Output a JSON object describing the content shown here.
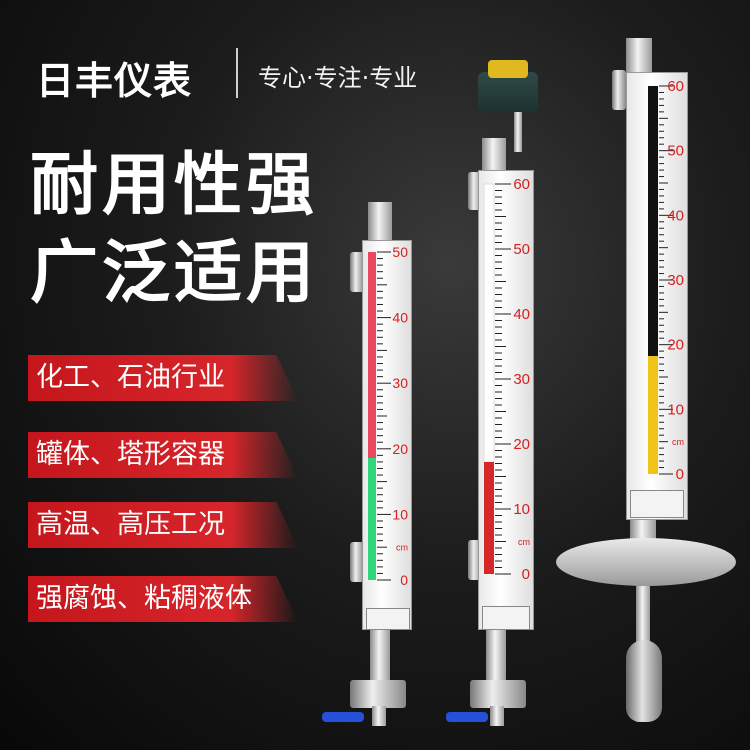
{
  "brand": {
    "name": "日丰仪表",
    "slogan": "专心·专注·专业"
  },
  "headline": {
    "line1": "耐用性强",
    "line2": "广泛适用"
  },
  "tags": [
    "化工、石油行业",
    "罐体、塔形容器",
    "高温、高压工况",
    "强腐蚀、粘稠液体"
  ],
  "gauge_left": {
    "ticks": [
      "50",
      "40",
      "30",
      "20",
      "10",
      "0"
    ],
    "unit": "cm",
    "indicator_colors": {
      "upper": "#e8475f",
      "lower": "#2fd67a"
    }
  },
  "gauge_middle": {
    "ticks": [
      "60",
      "50",
      "40",
      "30",
      "20",
      "10",
      "0"
    ],
    "unit": "cm",
    "indicator_colors": {
      "upper": "#ffffff",
      "lower": "#d62828"
    }
  },
  "gauge_right": {
    "ticks": [
      "60",
      "50",
      "40",
      "30",
      "20",
      "10",
      "0"
    ],
    "unit": "cm",
    "indicator_colors": {
      "upper": "#111111",
      "lower": "#f2c41a"
    }
  },
  "colors": {
    "accent": "#d7262b",
    "tick_text": "#d62020"
  }
}
